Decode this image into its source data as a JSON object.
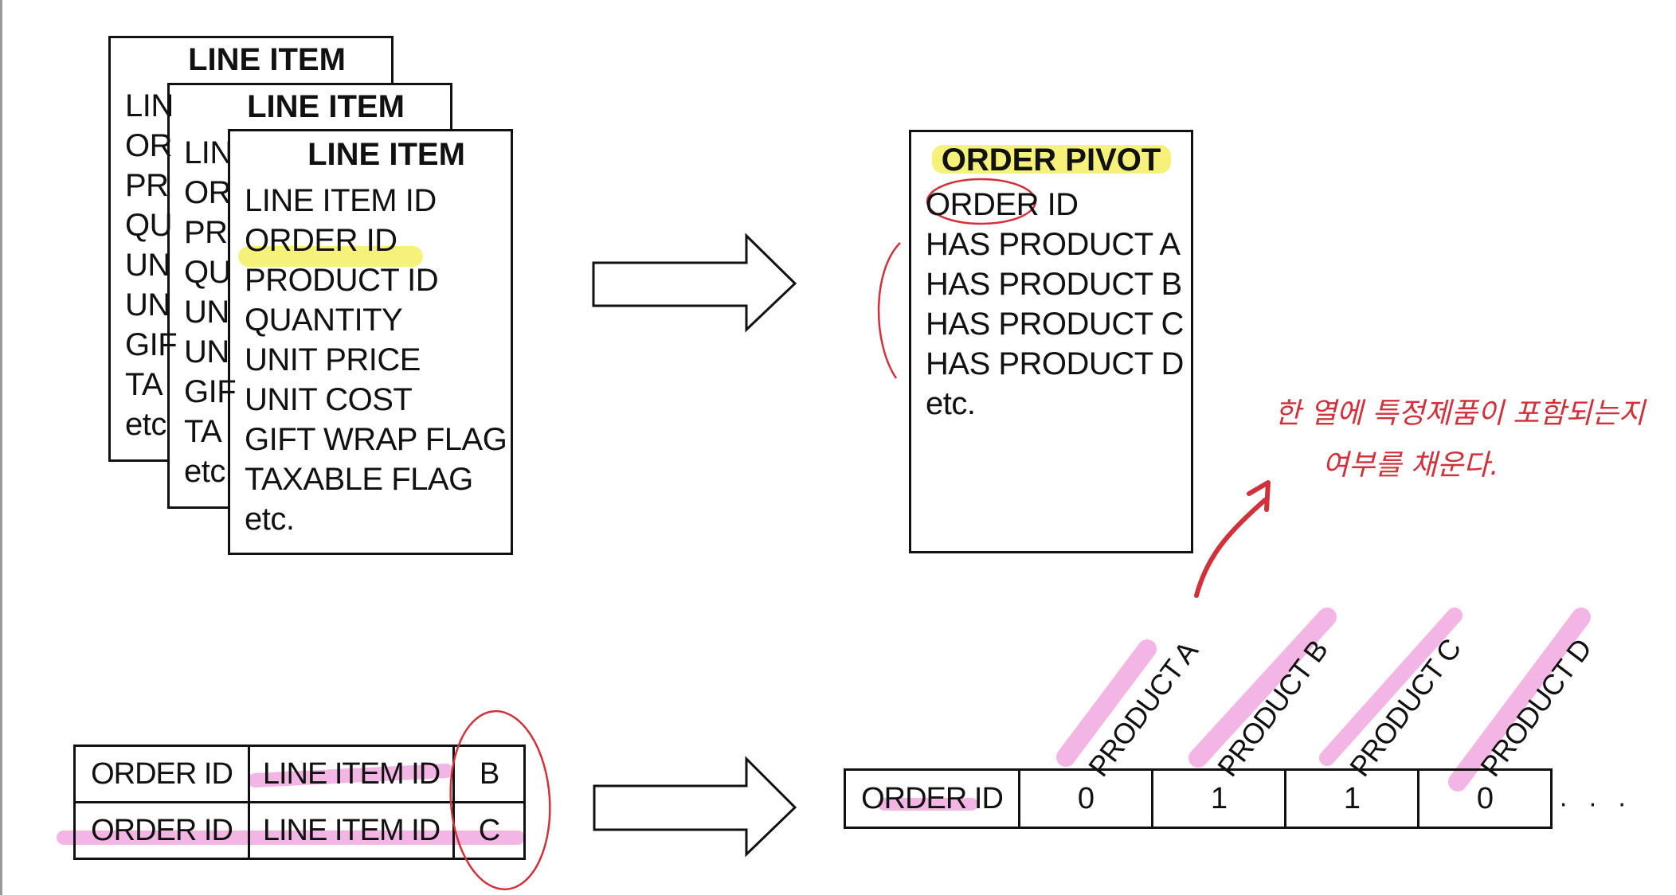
{
  "line_item_cards": [
    {
      "title": "LINE ITEM",
      "fields": [
        "LIN",
        "OR",
        "PR",
        "QU",
        "UN",
        "UN",
        "GIF",
        "TA",
        "etc"
      ]
    },
    {
      "title": "LINE ITEM",
      "fields": [
        "LIN",
        "OR",
        "PR",
        "QU",
        "UN",
        "UN",
        "GIF",
        "TA",
        "etc"
      ]
    },
    {
      "title": "LINE ITEM",
      "fields": [
        "LINE ITEM ID",
        "ORDER ID",
        "PRODUCT ID",
        "QUANTITY",
        "UNIT PRICE",
        "UNIT COST",
        "GIFT WRAP FLAG",
        "TAXABLE FLAG",
        "etc."
      ]
    }
  ],
  "order_pivot": {
    "title": "ORDER PIVOT",
    "fields": [
      "ORDER ID",
      "HAS PRODUCT A",
      "HAS PRODUCT B",
      "HAS PRODUCT C",
      "HAS PRODUCT D",
      "etc."
    ]
  },
  "left_table": {
    "rows": [
      [
        "ORDER ID",
        "LINE ITEM ID",
        "B"
      ],
      [
        "ORDER ID",
        "LINE ITEM ID",
        "C"
      ]
    ]
  },
  "right_table": {
    "header_labels": [
      "PRODUCT A",
      "PRODUCT B",
      "PRODUCT C",
      "PRODUCT D"
    ],
    "row": [
      "ORDER ID",
      "0",
      "1",
      "1",
      "0"
    ],
    "ellipsis": "· · ·"
  },
  "annotation": {
    "line1": "한 열에 특정제품이 포함되는지",
    "line2": "여부를 채운다."
  },
  "colors": {
    "highlight_yellow": "#f6f17a",
    "highlight_pink": "#f3b6e4",
    "annotation_red": "#d0323c",
    "line": "#111111"
  }
}
